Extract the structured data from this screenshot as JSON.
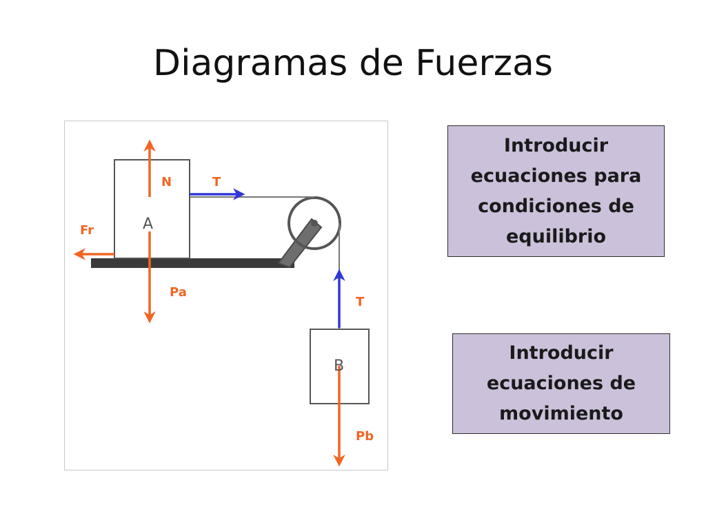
{
  "slide": {
    "title": "Diagramas de Fuerzas"
  },
  "diagram": {
    "labels": {
      "normal": "N",
      "tension_top": "T",
      "friction": "Fr",
      "block_a": "A",
      "weight_a": "Pa",
      "tension_right": "T",
      "block_b": "B",
      "weight_b": "Pb"
    },
    "colors": {
      "force_orange": "#f26522",
      "tension_blue": "#2f38d6",
      "surface": "#3a3a3a",
      "outline": "#555555"
    }
  },
  "boxes": {
    "equilibrium": "Introducir ecuaciones para condiciones de equilibrio",
    "motion": "Introducir ecuaciones de movimiento"
  }
}
